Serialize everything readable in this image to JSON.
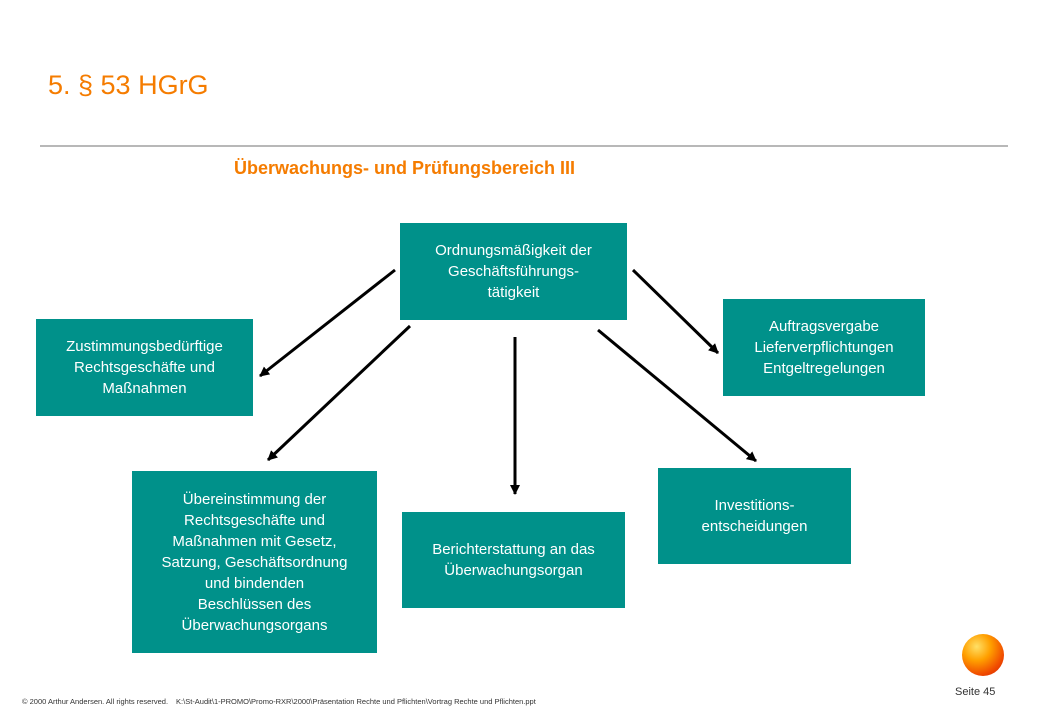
{
  "slide": {
    "title": "5. § 53 HGrG",
    "subtitle": "Überwachungs- und Prüfungsbereich III"
  },
  "colors": {
    "accent_orange": "#f57c00",
    "box_teal": "#00918a",
    "box_text": "#ffffff",
    "rule_gray": "#b8b8b8"
  },
  "diagram": {
    "center": "Ordnungsmäßigkeit der\nGeschäftsführungs-\ntätigkeit",
    "left": "Zustimmungsbedürftige\nRechtsgeschäfte und\nMaßnahmen",
    "right": "Auftragsvergabe\nLieferverpflichtungen\nEntgeltregelungen",
    "bottom_left": "Übereinstimmung der\nRechtsgeschäfte und\nMaßnahmen mit Gesetz,\nSatzung, Geschäftsordnung\nund bindenden\nBeschlüssen des\nÜberwachungsorgans",
    "bottom_middle": "Berichterstattung an das\nÜberwachungsorgan",
    "bottom_right": "Investitions-\nentscheidungen"
  },
  "footer": {
    "copyright": "© 2000 Arthur Andersen. All rights reserved.",
    "path": "K:\\St-Audit\\1-PROMO\\Promo-RXR\\2000\\Präsentation  Rechte und Pflichten\\Vortrag  Rechte und Pflichten.ppt",
    "page": "Seite 45"
  },
  "logo": {
    "icon": "orange-ball-logo"
  }
}
